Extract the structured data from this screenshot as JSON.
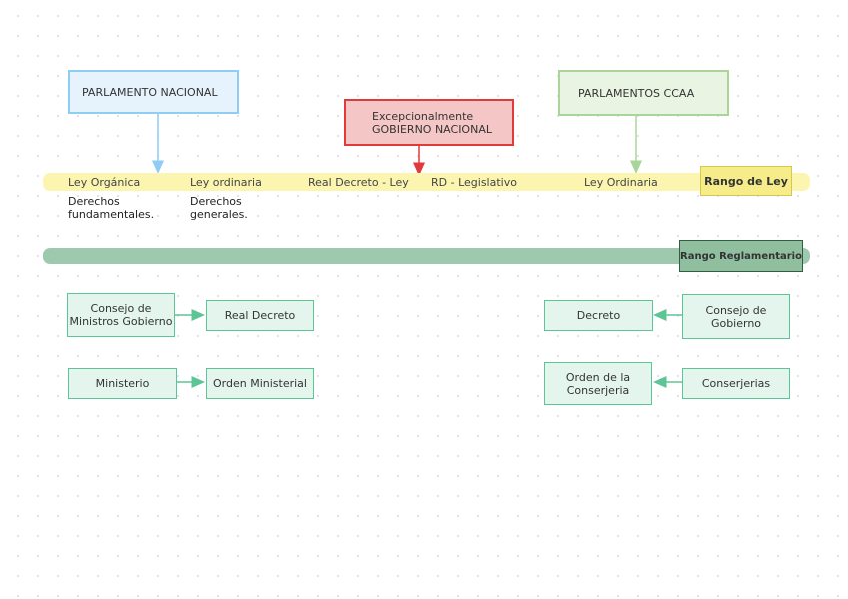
{
  "top": {
    "parlamento_nacional": "PARLAMENTO NACIONAL",
    "gobierno_nacional": "Excepcionalmente\nGOBIERNO NACIONAL",
    "parlamentos_ccaa": "PARLAMENTOS CCAA"
  },
  "ley_band": {
    "items": [
      "Ley Orgánica",
      "Ley ordinaria",
      "Real Decreto - Ley",
      "RD - Legislativo",
      "Ley Ordinaria"
    ],
    "sub": [
      "Derechos\nfundamentales.",
      "Derechos\ngenerales."
    ],
    "rango": "Rango de Ley"
  },
  "reg_band": {
    "rango": "Rango Reglamentario"
  },
  "left": {
    "consejo": "Consejo de\nMinistros Gobierno",
    "real_decreto": "Real Decreto",
    "ministerio": "Ministerio",
    "orden_ministerial": "Orden Ministerial"
  },
  "right": {
    "decreto": "Decreto",
    "consejo_gobierno": "Consejo de\nGobierno",
    "orden_conserjeria": "Orden de la\nConserjeria",
    "conserjerias": "Conserjerias"
  },
  "colors": {
    "blue_arrow": "#8fcdf2",
    "red_arrow": "#e03a3a",
    "green_arrow": "#a9d59b",
    "teal_arrow": "#5cc596"
  }
}
